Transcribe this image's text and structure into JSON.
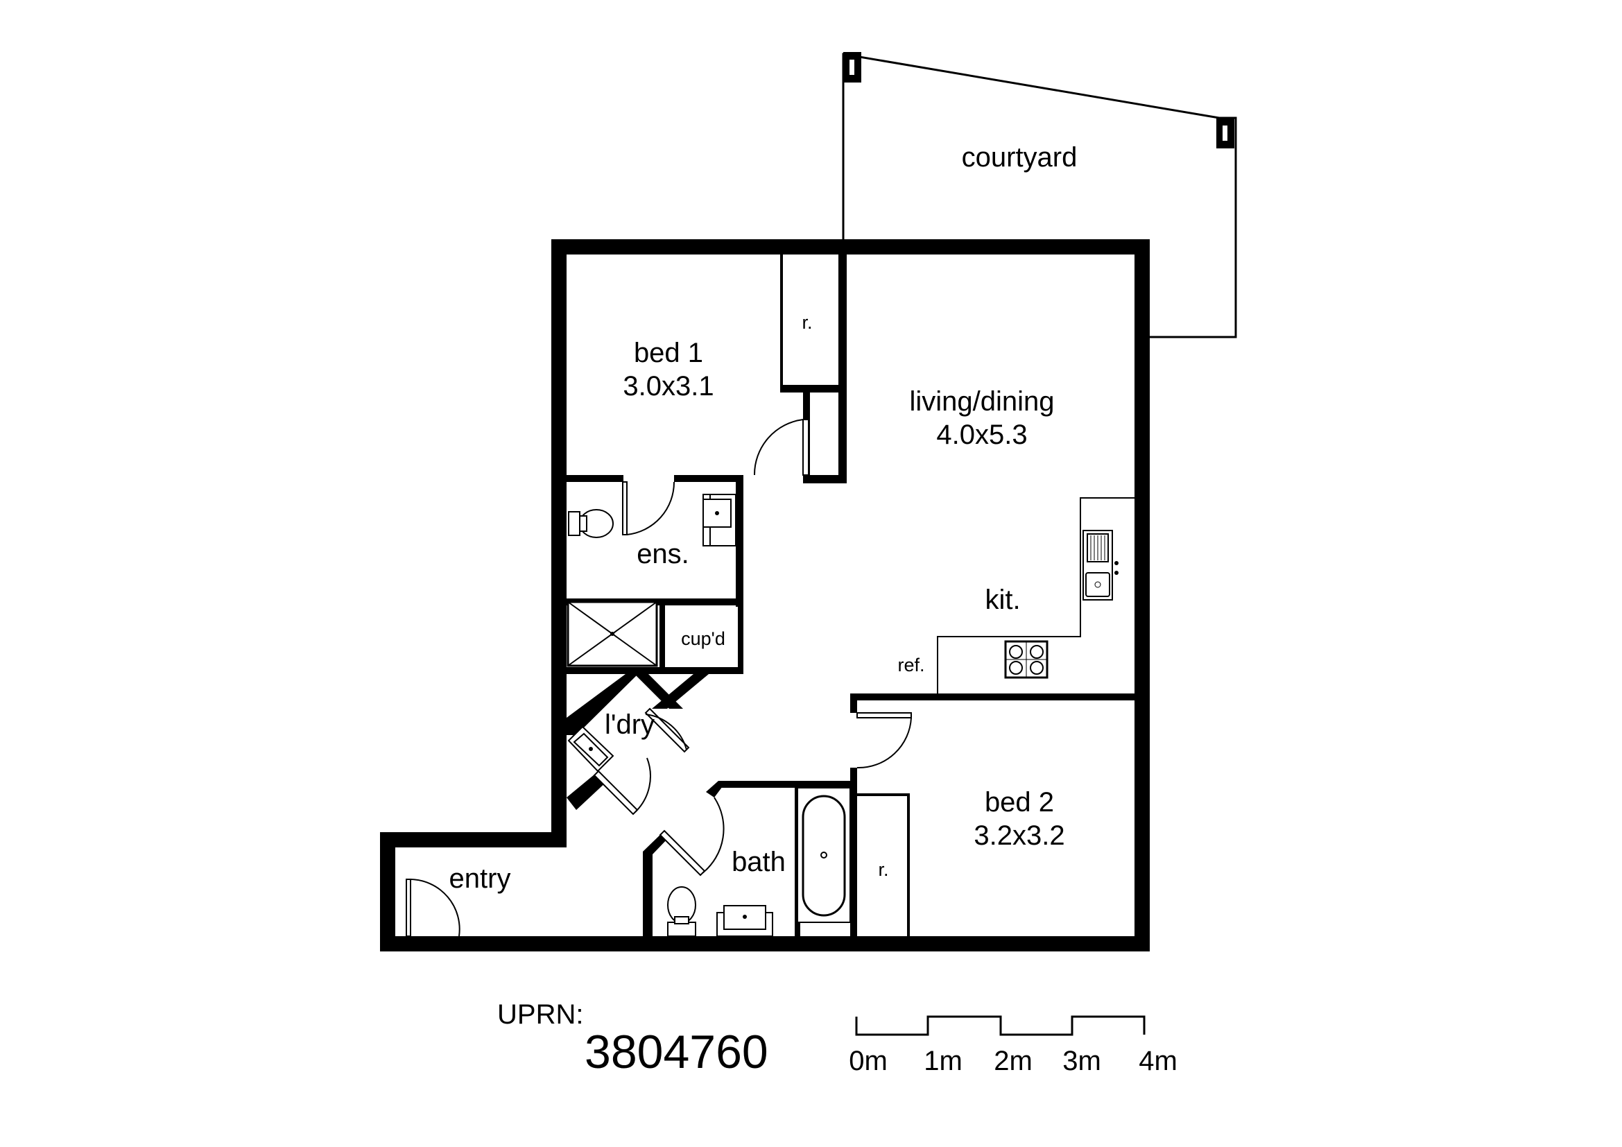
{
  "rooms": {
    "courtyard": {
      "name": "courtyard"
    },
    "bed1": {
      "name": "bed 1",
      "size": "3.0x3.1"
    },
    "robe1": {
      "name": "r."
    },
    "living": {
      "name": "living/dining",
      "size": "4.0x5.3"
    },
    "ensuite": {
      "name": "ens."
    },
    "cupboard": {
      "name": "cup'd"
    },
    "kitchen": {
      "name": "kit."
    },
    "fridge": {
      "name": "ref."
    },
    "laundry": {
      "name": "l'dry"
    },
    "bed2": {
      "name": "bed 2",
      "size": "3.2x3.2"
    },
    "bath": {
      "name": "bath"
    },
    "robe2": {
      "name": "r."
    },
    "entry": {
      "name": "entry"
    }
  },
  "uprn": {
    "label": "UPRN:",
    "number": "3804760"
  },
  "scale_bar": {
    "ticks": [
      "0m",
      "1m",
      "2m",
      "3m",
      "4m"
    ]
  },
  "colors": {
    "ink": "#000000",
    "paper": "#ffffff"
  }
}
